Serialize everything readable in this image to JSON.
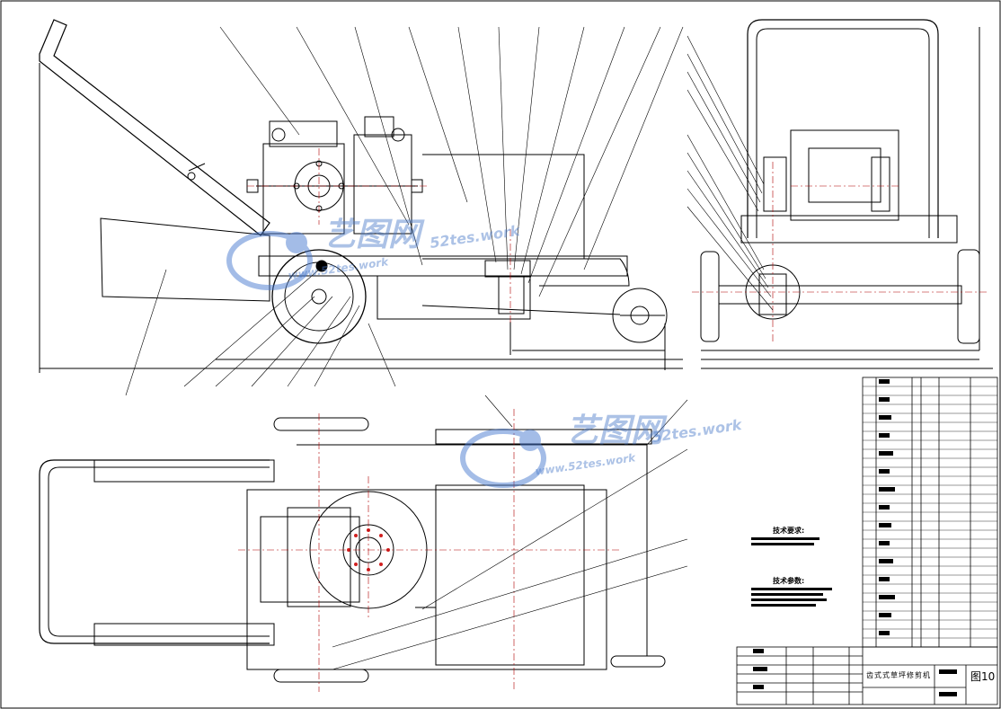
{
  "drawing": {
    "title": "齿式式草坪修剪机",
    "sheet_number": "图10"
  },
  "notes": {
    "technical_requirements_heading": "技术要求:",
    "performance_heading": "技术参数:"
  },
  "watermark": {
    "brand_cn": "艺图网",
    "brand_en": "52tes.work",
    "url": "www.52tes.work"
  },
  "colors": {
    "line": "#000000",
    "centerline": "#b00000",
    "watermark": "#4a7bd0"
  }
}
